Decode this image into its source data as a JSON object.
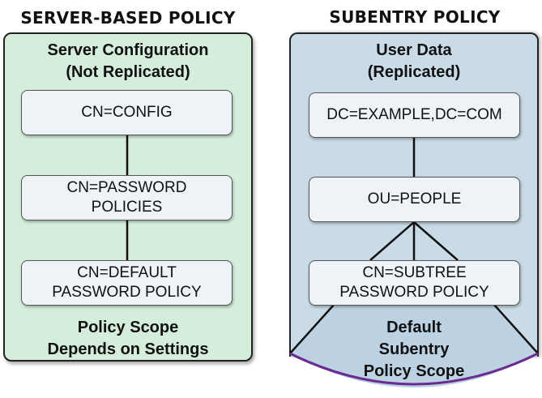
{
  "colors": {
    "left_panel_fill": "#d5eedb",
    "right_panel_fill": "#c8dbe7",
    "node_fill": "#eef3f8",
    "scope_arc": "#6a2c91",
    "scope_fill": "#bcd2e2",
    "outline": "#222222"
  },
  "server_policy": {
    "title": "SERVER-BASED POLICY",
    "heading": [
      "Server Configuration",
      "(Not Replicated)"
    ],
    "nodes": [
      {
        "lines": [
          "CN=CONFIG"
        ]
      },
      {
        "lines": [
          "CN=PASSWORD",
          "POLICIES"
        ]
      },
      {
        "lines": [
          "CN=DEFAULT",
          "PASSWORD POLICY"
        ]
      }
    ],
    "scope": [
      "Policy Scope",
      "Depends on Settings"
    ]
  },
  "subentry_policy": {
    "title": "SUBENTRY POLICY",
    "heading": [
      "User Data",
      "(Replicated)"
    ],
    "nodes": [
      {
        "lines": [
          "DC=EXAMPLE,DC=COM"
        ]
      },
      {
        "lines": [
          "OU=PEOPLE"
        ]
      },
      {
        "lines": [
          "CN=SUBTREE",
          "PASSWORD POLICY"
        ]
      }
    ],
    "scope": [
      "Default",
      "Subentry",
      "Policy Scope"
    ]
  }
}
